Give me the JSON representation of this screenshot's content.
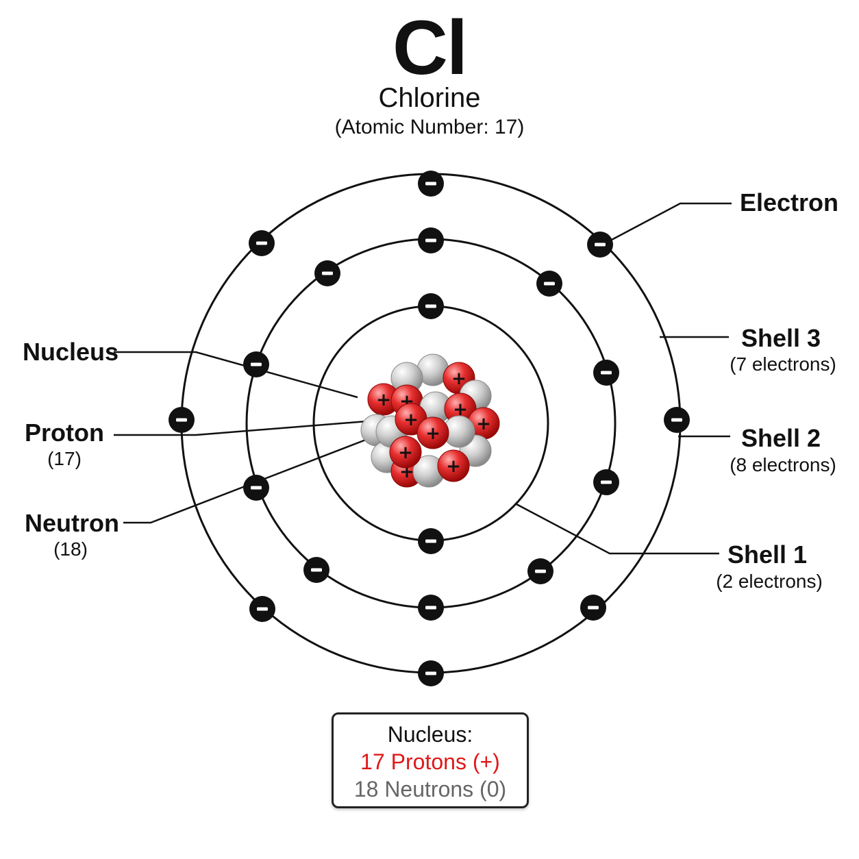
{
  "header": {
    "symbol": "Cl",
    "name": "Chlorine",
    "atomic_number_text": "(Atomic Number: 17)"
  },
  "labels": {
    "electron": "Electron",
    "shell3": {
      "title": "Shell 3",
      "subtitle": "(7 electrons)"
    },
    "shell2": {
      "title": "Shell 2",
      "subtitle": "(8 electrons)"
    },
    "shell1": {
      "title": "Shell 1",
      "subtitle": "(2 electrons)"
    },
    "nucleus": "Nucleus",
    "proton": {
      "title": "Proton",
      "subtitle": "(17)"
    },
    "neutron": {
      "title": "Neutron",
      "subtitle": "(18)"
    }
  },
  "summary": {
    "title": "Nucleus:",
    "protons": "17 Protons (+)",
    "neutrons": "18 Neutrons (0)"
  },
  "glyphs": {
    "electron": "−",
    "proton": "+"
  },
  "colors": {
    "proton": "#e01818",
    "neutron": "#c8c8c8",
    "electron": "#111111",
    "orbit": "#111111"
  }
}
